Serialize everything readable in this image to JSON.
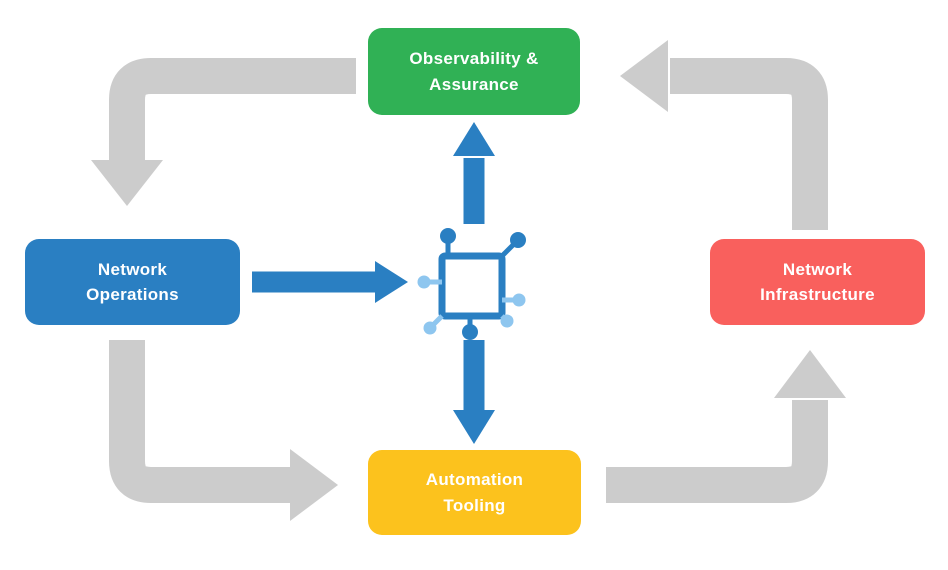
{
  "diagram": {
    "nodes": {
      "observability": {
        "label": "Observability &\nAssurance"
      },
      "network_operations": {
        "label": "Network\nOperations"
      },
      "network_infrastructure": {
        "label": "Network\nInfrastructure"
      },
      "automation_tooling": {
        "label": "Automation\nTooling"
      }
    },
    "edges": [
      {
        "from": "observability_assurance",
        "to": "network_operations",
        "style": "gray"
      },
      {
        "from": "network_operations",
        "to": "automation_tooling",
        "style": "gray"
      },
      {
        "from": "automation_tooling",
        "to": "network_infrastructure",
        "style": "gray"
      },
      {
        "from": "network_infrastructure",
        "to": "observability_assurance",
        "style": "gray"
      },
      {
        "from": "network_operations",
        "to": "hub",
        "style": "blue"
      },
      {
        "from": "hub",
        "to": "observability_assurance",
        "style": "blue"
      },
      {
        "from": "hub",
        "to": "automation_tooling",
        "style": "blue"
      }
    ],
    "icons": {
      "center": "network-nodes-icon"
    }
  },
  "colors": {
    "green": "#30b155",
    "blue": "#2a7fc2",
    "red": "#f9605d",
    "yellow": "#fcc21d",
    "gray_arrow": "#cccccc",
    "blue_arrow": "#2a7fc2",
    "icon_dark": "#2a7fc2",
    "icon_light": "#8ec6ef",
    "label_text": "#ffffff",
    "background": "#ffffff"
  }
}
